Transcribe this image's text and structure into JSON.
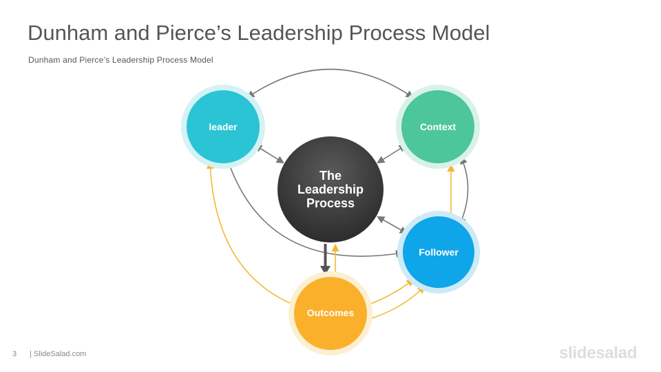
{
  "slide": {
    "title": "Dunham and Pierce’s Leadership Process Model",
    "subtitle": "Dunham and Pierce’s Leadership Process Model",
    "number": "3",
    "source": "| SlideSalad.com",
    "brand": "slidesalad"
  },
  "diagram": {
    "center": {
      "lines": [
        "The",
        "Leadership",
        "Process"
      ]
    },
    "nodes": {
      "leader": {
        "label": "leader",
        "color": "#2bc4d4",
        "ring": "#d5f2f5"
      },
      "context": {
        "label": "Context",
        "color": "#4cc69a",
        "ring": "#d9f2e8"
      },
      "follower": {
        "label": "Follower",
        "color": "#0ea5e9",
        "ring": "#cdeaf7"
      },
      "outcomes": {
        "label": "Outcomes",
        "color": "#fbb02c",
        "ring": "#fcefd2"
      }
    },
    "colors": {
      "gray_arrow": "#777777",
      "yellow_arrow": "#f5b731",
      "center_dark": "#3a3a3a"
    }
  }
}
